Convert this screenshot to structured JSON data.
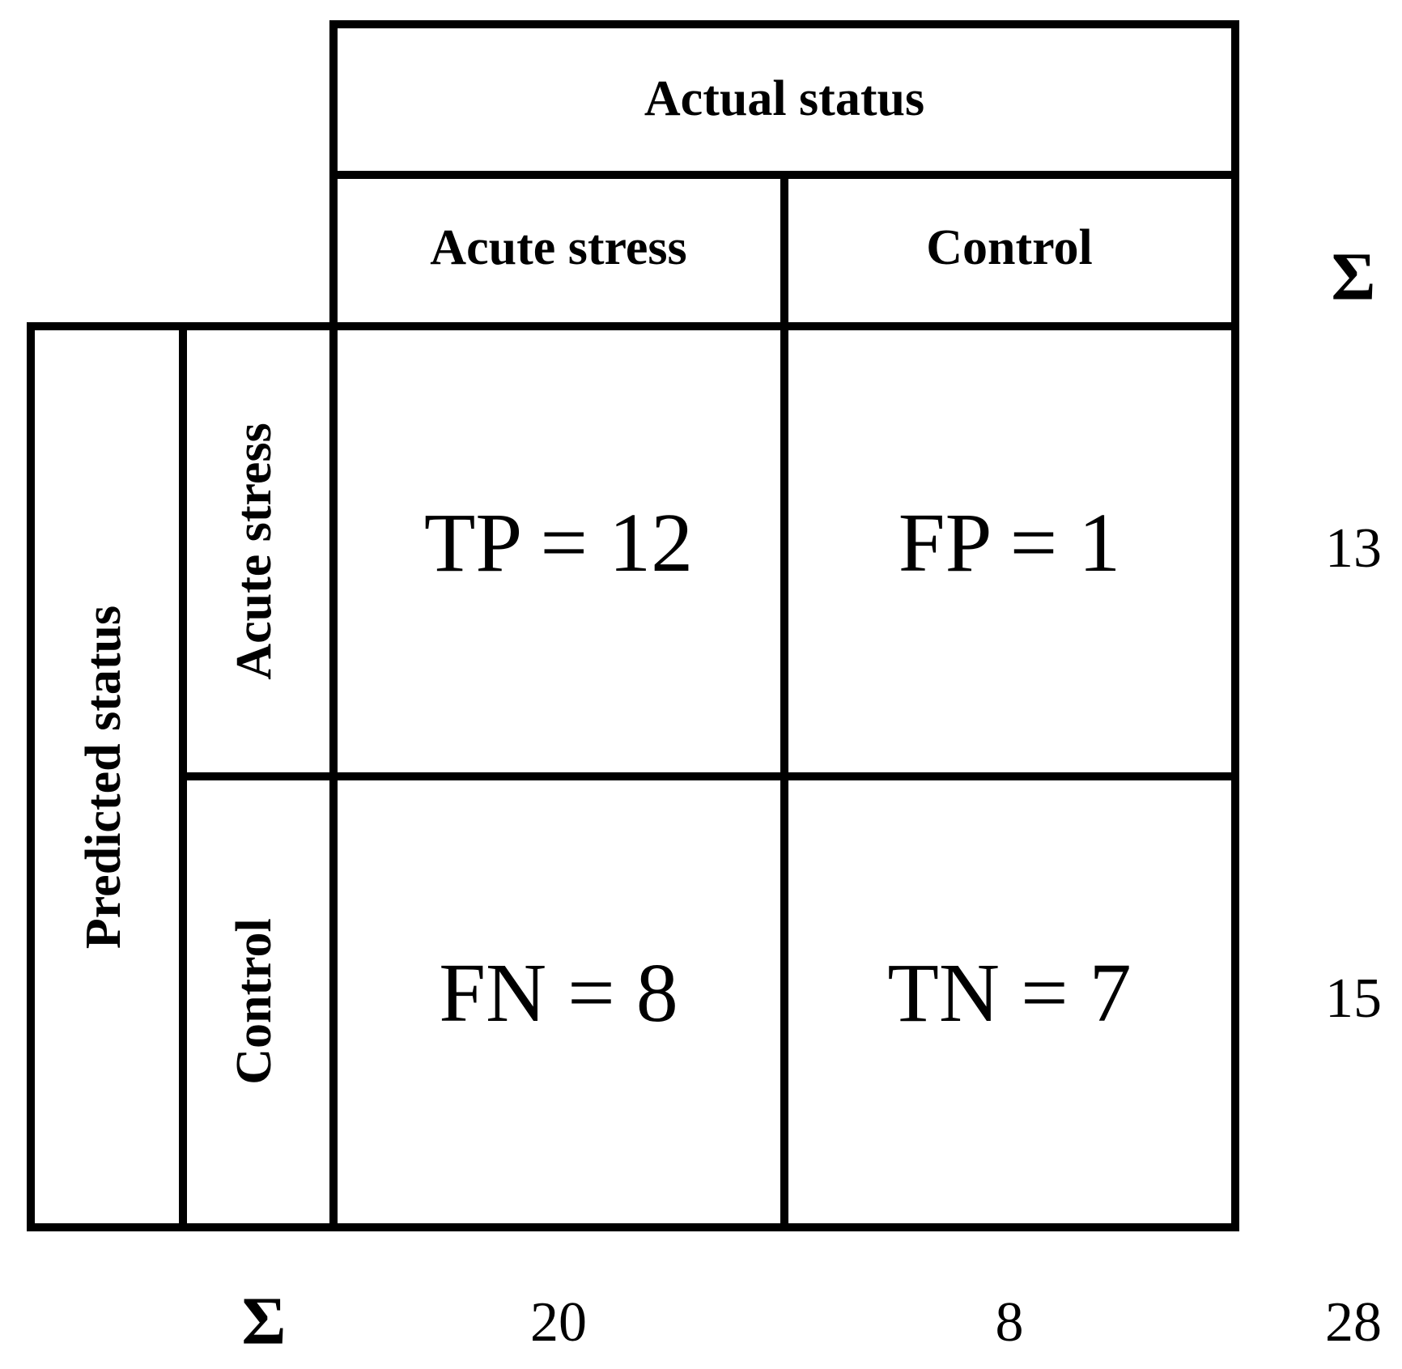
{
  "actual_header": "Actual status",
  "predicted_header": "Predicted status",
  "columns": [
    "Acute stress",
    "Control"
  ],
  "rows": [
    "Acute stress",
    "Control"
  ],
  "cells": [
    [
      "TP = 12",
      "FP = 1"
    ],
    [
      "FN = 8",
      "TN = 7"
    ]
  ],
  "sigma_symbol": "Σ",
  "row_totals": [
    "13",
    "15"
  ],
  "column_totals": [
    "20",
    "8"
  ],
  "grand_total": "28",
  "chart_data": {
    "type": "table",
    "column_group": "Actual status",
    "row_group": "Predicted status",
    "columns": [
      "Acute stress",
      "Control"
    ],
    "rows": [
      "Acute stress",
      "Control"
    ],
    "values": [
      [
        12,
        1
      ],
      [
        8,
        7
      ]
    ],
    "cell_labels": [
      [
        "TP",
        "FP"
      ],
      [
        "FN",
        "TN"
      ]
    ],
    "row_totals": [
      13,
      15
    ],
    "column_totals": [
      20,
      8
    ],
    "grand_total": 28
  }
}
